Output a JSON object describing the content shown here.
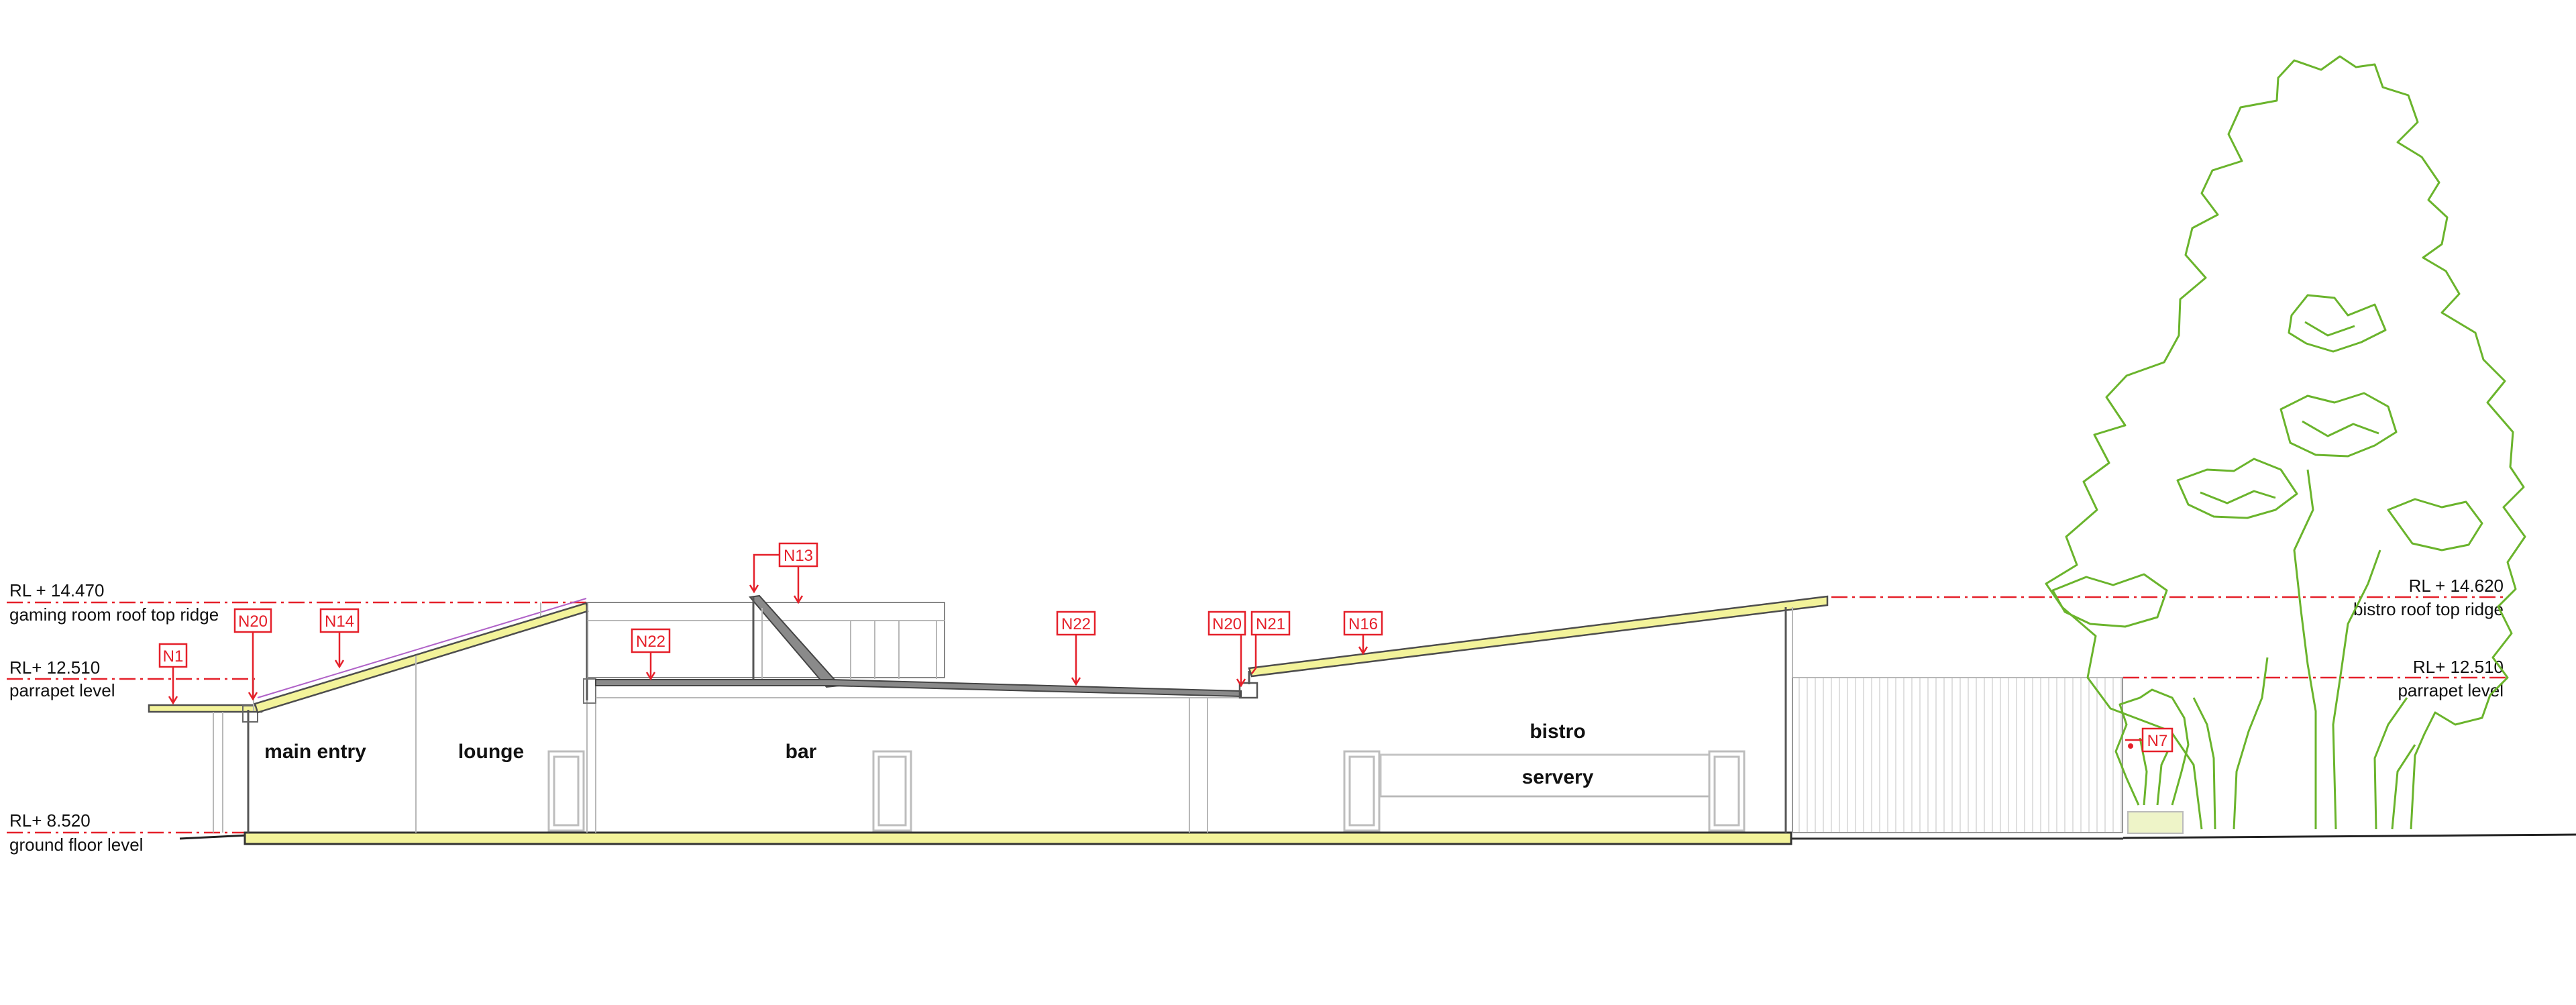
{
  "levels": {
    "left": [
      {
        "value": "RL + 14.470",
        "desc": "gaming room roof top ridge"
      },
      {
        "value": "RL+ 12.510",
        "desc": "parrapet level"
      },
      {
        "value": "RL+ 8.520",
        "desc": "ground floor level"
      }
    ],
    "right": [
      {
        "value": "RL + 14.620",
        "desc": "bistro roof top ridge"
      },
      {
        "value": "RL+ 12.510",
        "desc": "parrapet level"
      }
    ]
  },
  "rooms": {
    "main_entry": "main entry",
    "lounge": "lounge",
    "bar": "bar",
    "bistro": "bistro",
    "servery": "servery"
  },
  "tags": {
    "n1": "N1",
    "n20a": "N20",
    "n14": "N14",
    "n22": "N22",
    "n13": "N13",
    "n22b": "N22",
    "n20b": "N20",
    "n21": "N21",
    "n16": "N16",
    "n7": "N7"
  },
  "colors": {
    "markup": "#e5202a",
    "roof_fill": "#f3f39a",
    "tree": "#6ab42c"
  }
}
